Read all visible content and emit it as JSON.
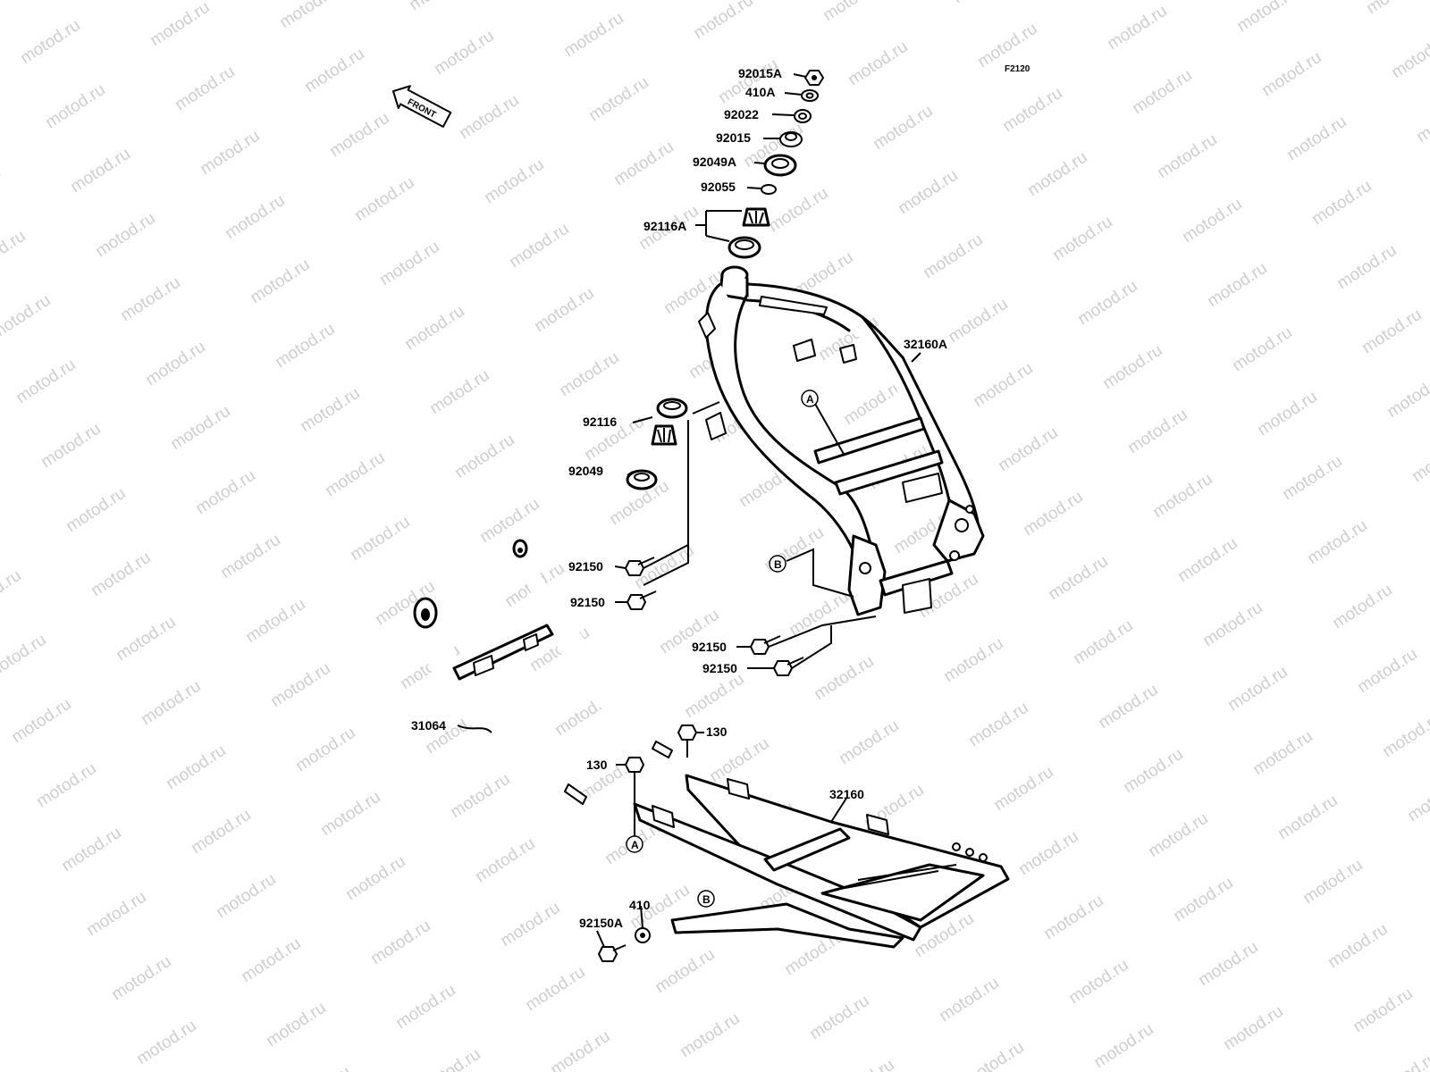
{
  "figure_code": "F2120",
  "watermark_text": "motod.ru",
  "front_label": "FRONT",
  "reference_marks": {
    "a": "A",
    "b": "B"
  },
  "part_labels": {
    "p92015A": "92015A",
    "p410A": "410A",
    "p92022": "92022",
    "p92015": "92015",
    "p92049A": "92049A",
    "p92055": "92055",
    "p92116A": "92116A",
    "p32160A": "32160A",
    "p92116": "92116",
    "p92049": "92049",
    "p92150_1": "92150",
    "p92150_2": "92150",
    "p92150_3": "92150",
    "p92150_4": "92150",
    "p31064": "31064",
    "p130_1": "130",
    "p130_2": "130",
    "p32160": "32160",
    "p410": "410",
    "p92150A": "92150A"
  }
}
